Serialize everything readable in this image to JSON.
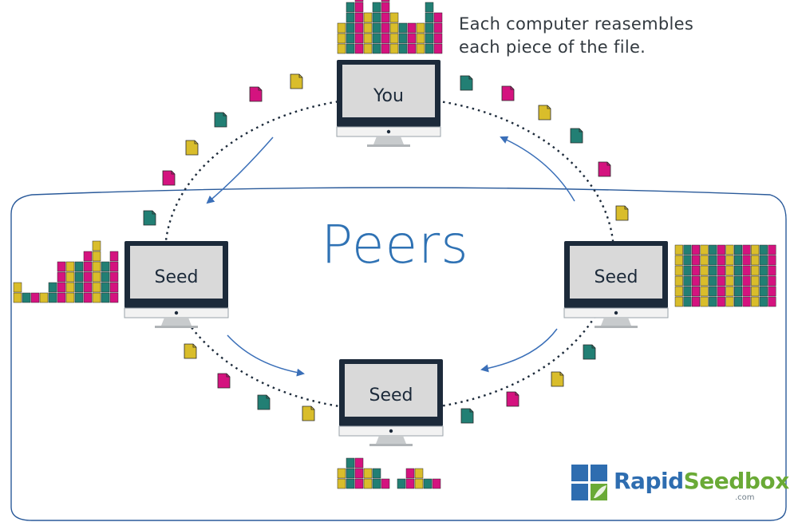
{
  "caption": {
    "line1": "Each computer reasembles",
    "line2": "each piece of the file."
  },
  "peers_label": "Peers",
  "computers": {
    "you": "You",
    "seed_left": "Seed",
    "seed_right": "Seed",
    "seed_bottom": "Seed"
  },
  "logo": {
    "rapid": "Rapid",
    "seedbox": "Seedbox",
    "dotcom": ".com"
  },
  "colors": {
    "yellow": "#d9bd2b",
    "magenta": "#d4137f",
    "teal": "#227f74",
    "monitor_frame": "#1c2a3a",
    "screen": "#d9d9d9",
    "arrow": "#3a6fb8",
    "region_outline": "#2a5a9a"
  },
  "icons": [
    "file-icon",
    "computer-monitor-icon",
    "curved-arrow-icon",
    "rapidseedbox-logo-icon"
  ]
}
